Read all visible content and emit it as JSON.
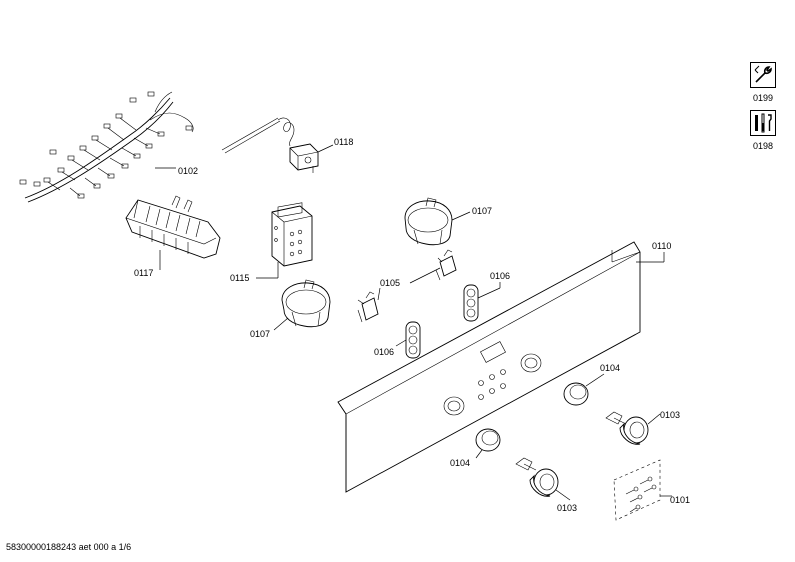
{
  "parts": {
    "p0102": "0102",
    "p0118": "0118",
    "p0117": "0117",
    "p0115": "0115",
    "p0107_top": "0107",
    "p0107_left": "0107",
    "p0105": "0105",
    "p0106_right": "0106",
    "p0106_left": "0106",
    "p0110": "0110",
    "p0104_right": "0104",
    "p0104_left": "0104",
    "p0103_right": "0103",
    "p0103_bottom": "0103",
    "p0101": "0101"
  },
  "tools": [
    {
      "code": "0199",
      "icon": "wrench-icon"
    },
    {
      "code": "0198",
      "icon": "toolset-icon"
    }
  ],
  "footer": "58300000188243 aet 000 a 1/6"
}
